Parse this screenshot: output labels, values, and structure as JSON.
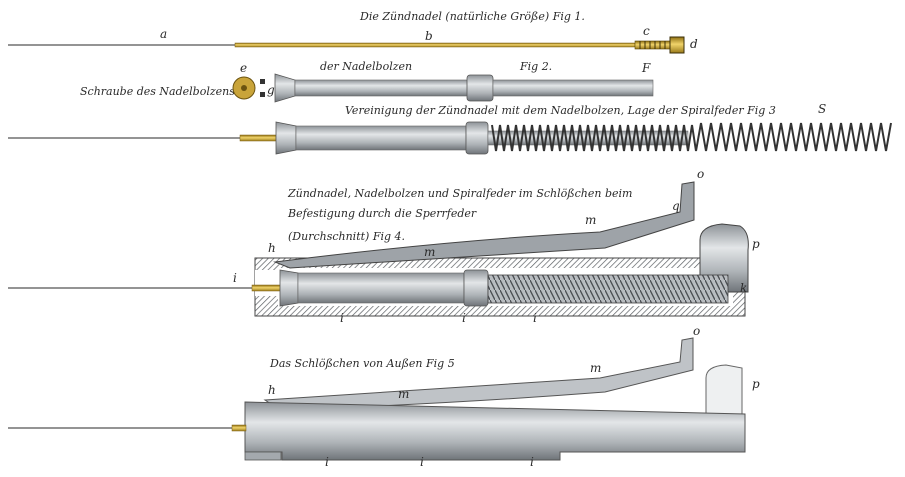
{
  "captions": {
    "fig1": "Die Zündnadel (natürliche Größe) Fig 1.",
    "fig2": "der Nadelbolzen Fig 2.",
    "fig2_side": "Schraube des Nadelbolzens",
    "fig3": "Vereinigung der Zündnadel mit dem Nadelbolzen, Lage der Spiralfeder Fig 3",
    "fig4_l1": "Zündnadel, Nadelbolzen und Spiralfeder im Schlößchen beim",
    "fig4_l2": "Befestigung durch die Sperrfeder",
    "fig4_l3": "(Durchschnitt) Fig 4.",
    "fig5": "Das Schlößchen von Außen Fig 5"
  },
  "letters": {
    "a": "a",
    "b": "b",
    "c": "c",
    "d": "d",
    "e": "e",
    "f": "F",
    "g": "g",
    "s": "S",
    "h": "h",
    "i": "i",
    "k": "k",
    "m": "m",
    "o": "o",
    "p": "p",
    "q": "q"
  },
  "colors": {
    "ink": "#2a2a2a",
    "brass": "#c9a43a",
    "steel": "#b8bcc0",
    "steel_dark": "#7c8186",
    "section_hatch": "#5a5e62",
    "spring": "#3a3a3a"
  }
}
